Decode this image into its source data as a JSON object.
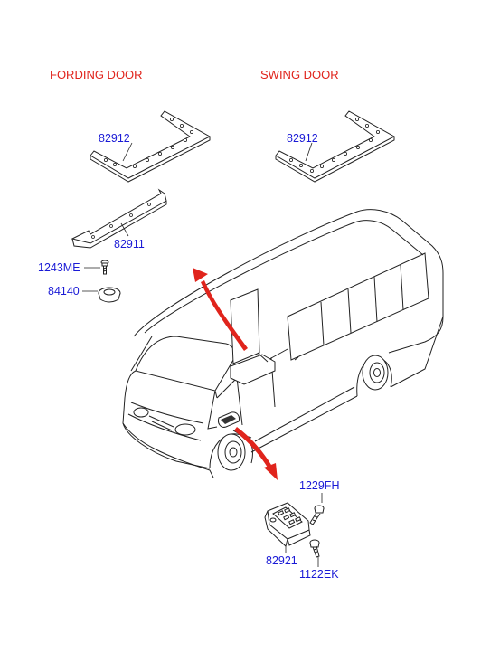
{
  "headers": {
    "fording_door": "FORDING DOOR",
    "swing_door": "SWING DOOR"
  },
  "labels": {
    "fording_bracket_upper": "82912",
    "fording_bracket_lower": "82911",
    "bolt_1243me": "1243ME",
    "grommet_84140": "84140",
    "swing_bracket": "82912",
    "screw_1229fh": "1229FH",
    "step_bracket": "82921",
    "bolt_1122ek": "1122EK"
  },
  "colors": {
    "header_red": "#e0241c",
    "label_blue": "#1a1ad6",
    "arrow_red": "#e0241c"
  }
}
